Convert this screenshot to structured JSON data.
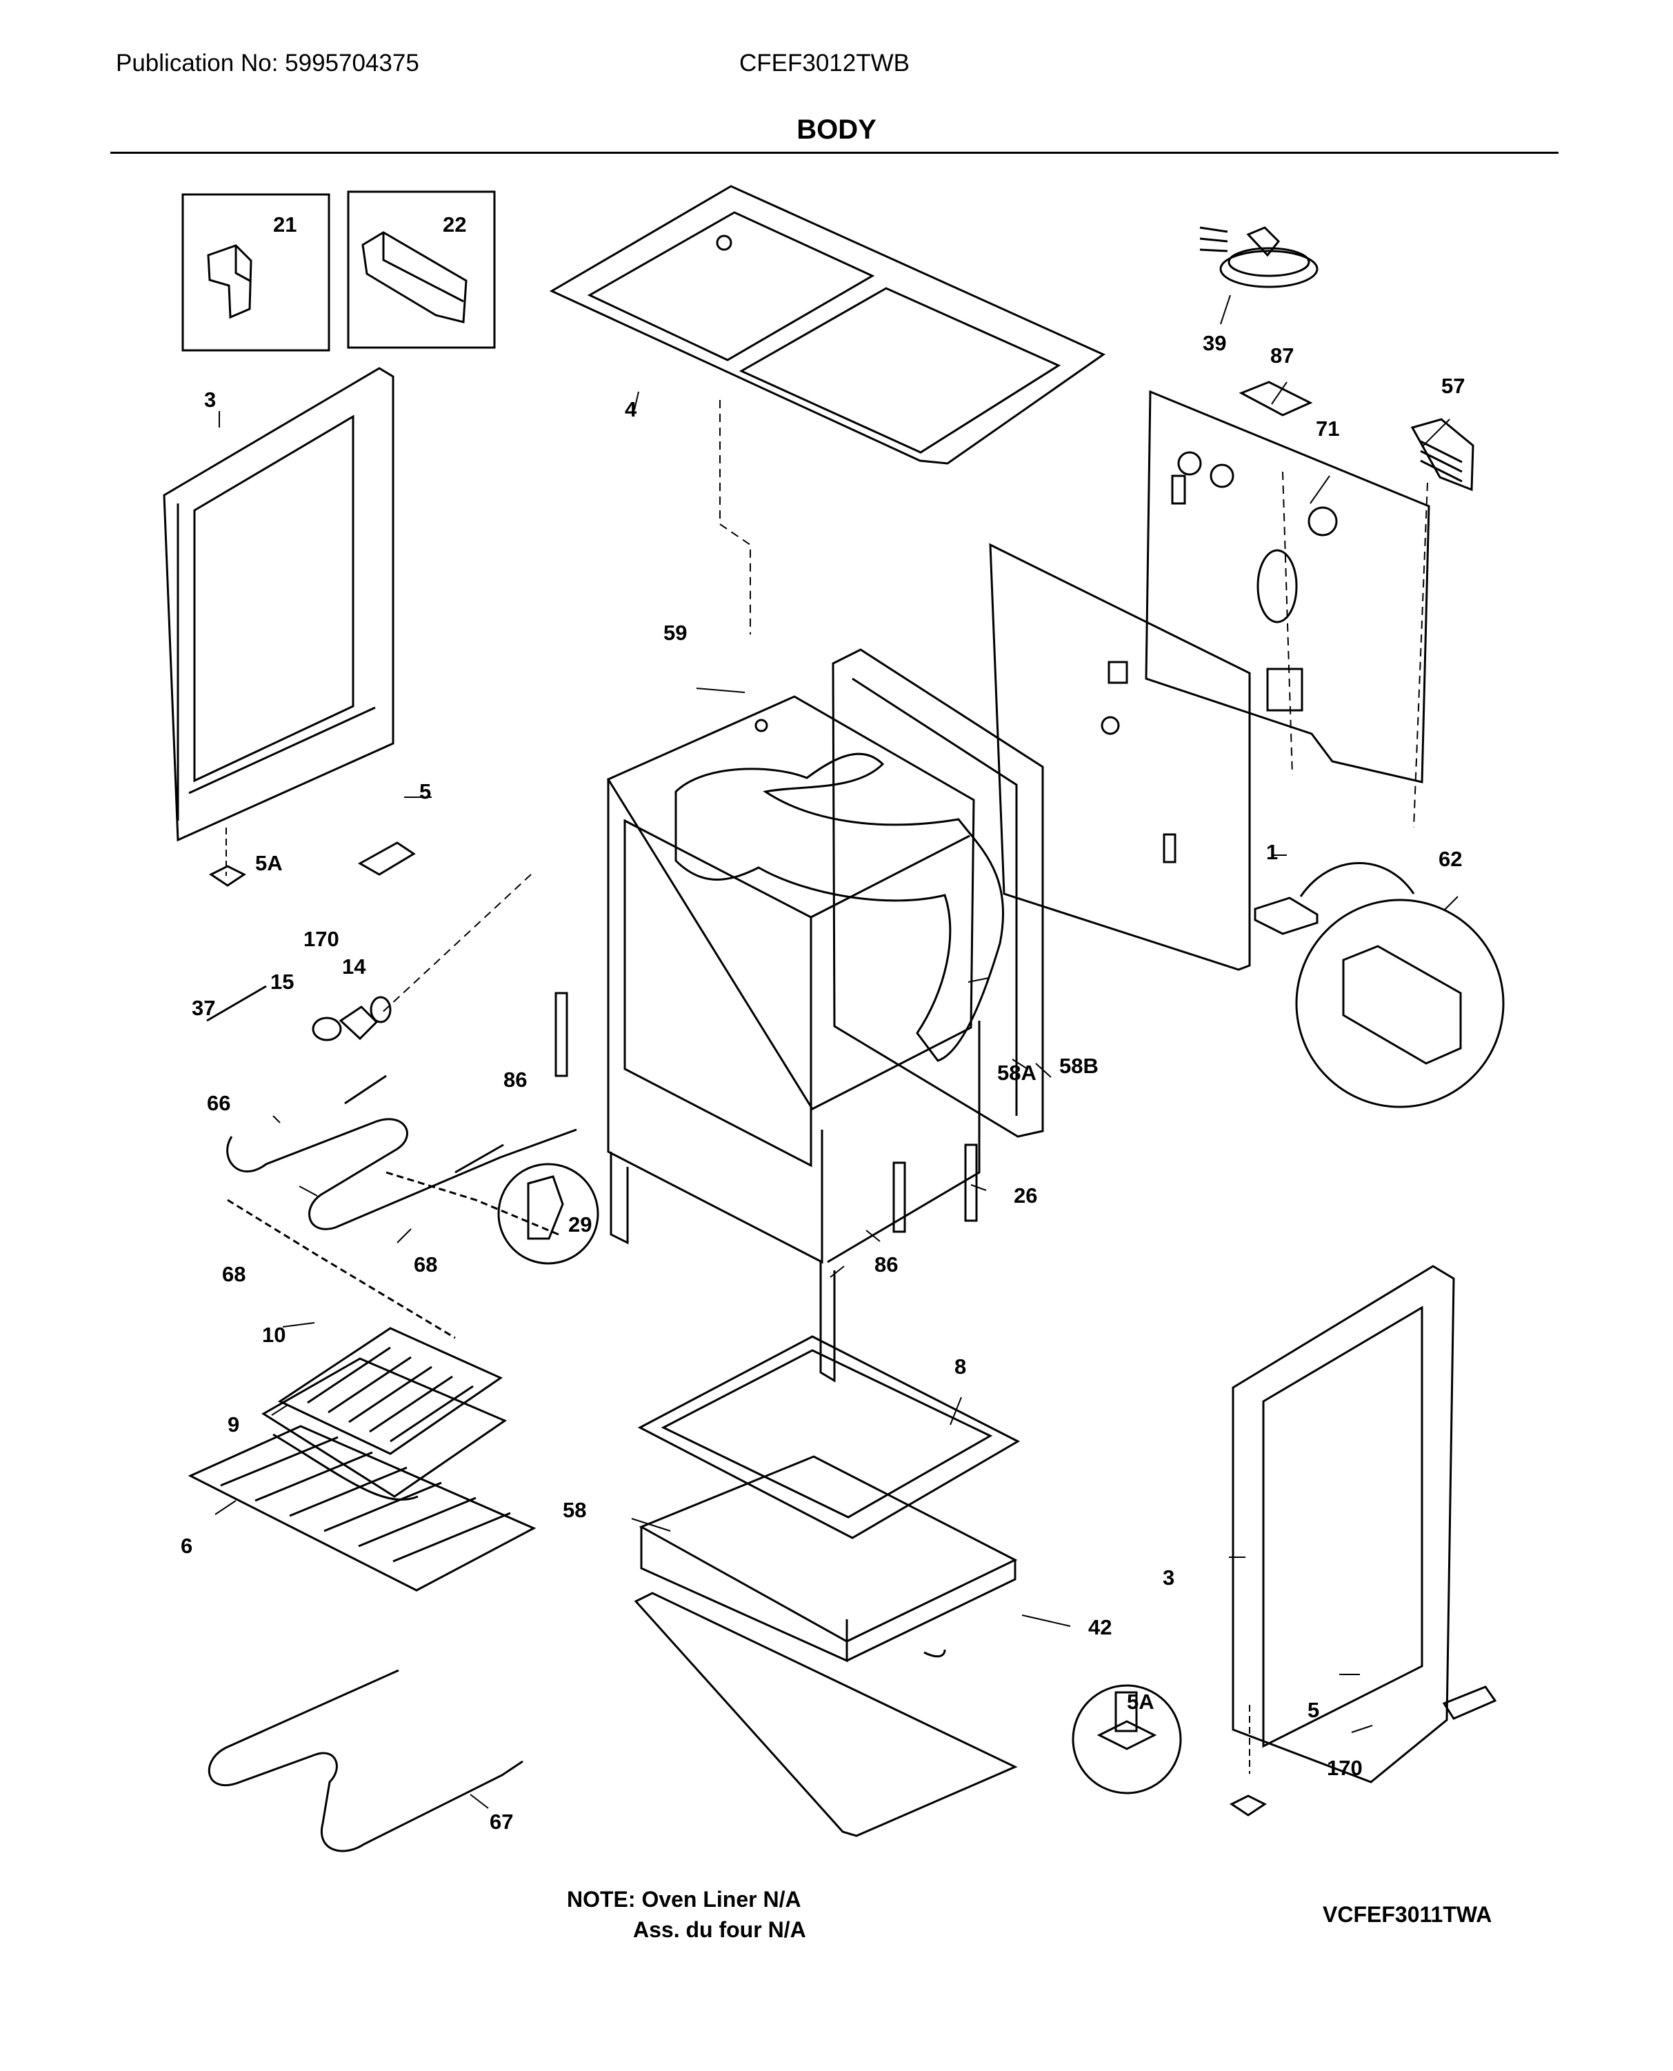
{
  "header": {
    "publication": "Publication No: 5995704375",
    "model": "CFEF3012TWB",
    "title": "BODY"
  },
  "callouts": [
    "21",
    "22",
    "3",
    "4",
    "39",
    "87",
    "57",
    "71",
    "59",
    "5",
    "5A",
    "170",
    "1",
    "62",
    "14",
    "15",
    "37",
    "86",
    "58A",
    "58B",
    "66",
    "29",
    "26",
    "68",
    "86",
    "68",
    "10",
    "8",
    "9",
    "58",
    "6",
    "3",
    "42",
    "5A",
    "5",
    "170",
    "67"
  ],
  "footer": {
    "note_line1": "NOTE: Oven Liner N/A",
    "note_line2": "Ass. du four N/A",
    "diagram_code": "VCFEF3011TWA"
  }
}
